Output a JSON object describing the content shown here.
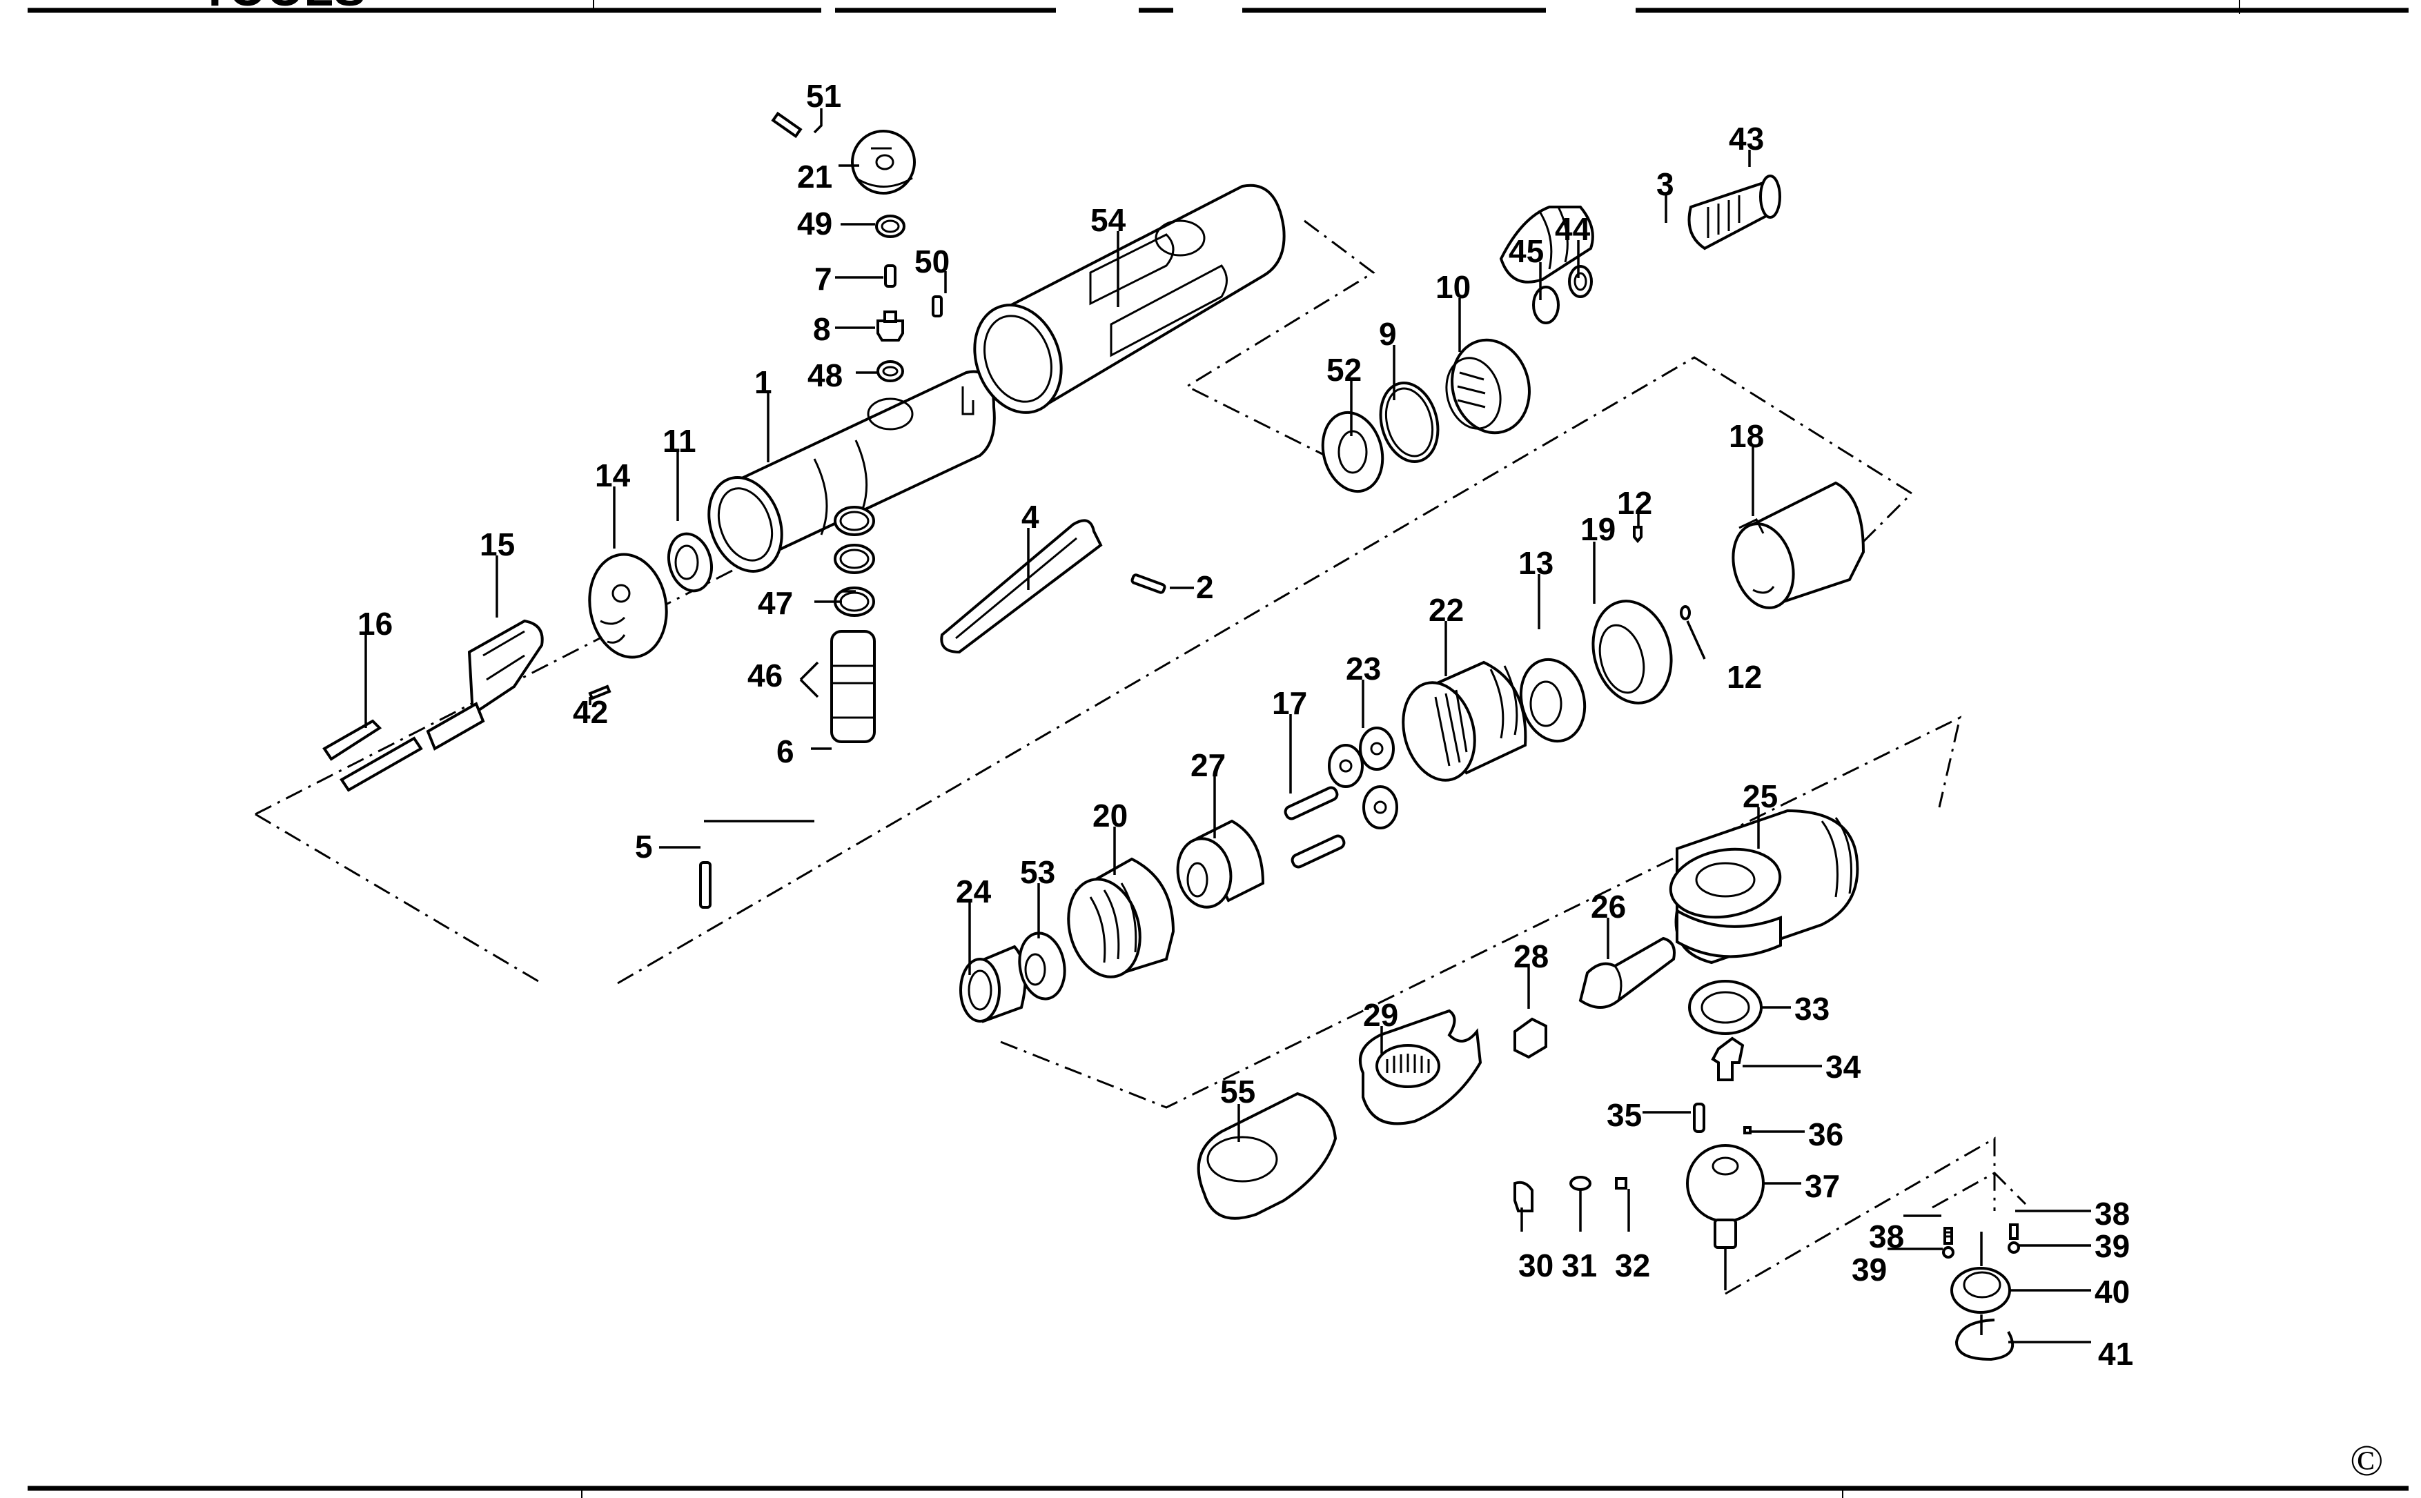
{
  "document": {
    "type": "exploded parts diagram",
    "subject": "pneumatic ratchet wrench",
    "header_text_fragment": "TOOLS",
    "footer_text_fragment": "",
    "copyright_symbol": "©"
  },
  "callouts": [
    {
      "id": "51",
      "label": "51"
    },
    {
      "id": "21",
      "label": "21"
    },
    {
      "id": "49",
      "label": "49"
    },
    {
      "id": "7",
      "label": "7"
    },
    {
      "id": "50",
      "label": "50"
    },
    {
      "id": "8",
      "label": "8"
    },
    {
      "id": "48",
      "label": "48"
    },
    {
      "id": "1",
      "label": "1"
    },
    {
      "id": "54",
      "label": "54"
    },
    {
      "id": "52",
      "label": "52"
    },
    {
      "id": "9",
      "label": "9"
    },
    {
      "id": "10",
      "label": "10"
    },
    {
      "id": "45",
      "label": "45"
    },
    {
      "id": "44",
      "label": "44"
    },
    {
      "id": "3",
      "label": "3"
    },
    {
      "id": "43",
      "label": "43"
    },
    {
      "id": "11",
      "label": "11"
    },
    {
      "id": "14",
      "label": "14"
    },
    {
      "id": "15",
      "label": "15"
    },
    {
      "id": "16",
      "label": "16"
    },
    {
      "id": "42",
      "label": "42"
    },
    {
      "id": "47",
      "label": "47"
    },
    {
      "id": "46",
      "label": "46"
    },
    {
      "id": "6",
      "label": "6"
    },
    {
      "id": "5",
      "label": "5"
    },
    {
      "id": "4",
      "label": "4"
    },
    {
      "id": "2",
      "label": "2"
    },
    {
      "id": "18",
      "label": "18"
    },
    {
      "id": "12a",
      "label": "12"
    },
    {
      "id": "19",
      "label": "19"
    },
    {
      "id": "13",
      "label": "13"
    },
    {
      "id": "22",
      "label": "22"
    },
    {
      "id": "23",
      "label": "23"
    },
    {
      "id": "17",
      "label": "17"
    },
    {
      "id": "12b",
      "label": "12"
    },
    {
      "id": "27",
      "label": "27"
    },
    {
      "id": "20",
      "label": "20"
    },
    {
      "id": "53",
      "label": "53"
    },
    {
      "id": "24",
      "label": "24"
    },
    {
      "id": "25",
      "label": "25"
    },
    {
      "id": "26",
      "label": "26"
    },
    {
      "id": "28",
      "label": "28"
    },
    {
      "id": "29",
      "label": "29"
    },
    {
      "id": "33",
      "label": "33"
    },
    {
      "id": "34",
      "label": "34"
    },
    {
      "id": "35",
      "label": "35"
    },
    {
      "id": "36",
      "label": "36"
    },
    {
      "id": "37",
      "label": "37"
    },
    {
      "id": "55",
      "label": "55"
    },
    {
      "id": "30",
      "label": "30"
    },
    {
      "id": "31",
      "label": "31"
    },
    {
      "id": "32",
      "label": "32"
    },
    {
      "id": "38a",
      "label": "38"
    },
    {
      "id": "39a",
      "label": "39"
    },
    {
      "id": "38b",
      "label": "38"
    },
    {
      "id": "39b",
      "label": "39"
    },
    {
      "id": "40",
      "label": "40"
    },
    {
      "id": "41",
      "label": "41"
    }
  ]
}
